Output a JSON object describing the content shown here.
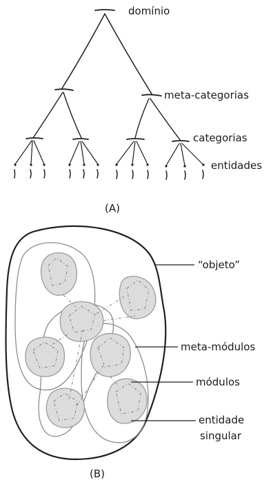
{
  "panel_a": {
    "caption": "(A)",
    "labels": {
      "domain": "domínio",
      "meta_categories": "meta-categorias",
      "categories": "categorias",
      "entities": "entidades"
    }
  },
  "panel_b": {
    "caption": "(B)",
    "labels": {
      "object": "“objeto”",
      "meta_modules": "meta-módulos",
      "modules": "módulos",
      "single_entity_line1": "entidade",
      "single_entity_line2": "singular"
    }
  },
  "colors": {
    "ink": "#1e1e1e",
    "module_fill": "#dcdcdc",
    "outline_gray": "#8c8c8c"
  }
}
